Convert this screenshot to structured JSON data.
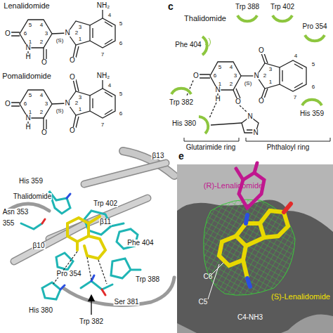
{
  "diagram": {
    "labels": [
      "Lenalidomide",
      "5",
      "4",
      "3",
      "2",
      "1",
      "6",
      "O",
      "O",
      "N",
      "H",
      "(S)",
      "N",
      "3",
      "2",
      "1",
      "O",
      "4",
      "5",
      "6",
      "7",
      "NH₂",
      "Pomalidomide",
      "5",
      "4",
      "3",
      "2",
      "1",
      "6",
      "O",
      "O",
      "N",
      "H",
      "(S)",
      "N",
      "3",
      "2",
      "1",
      "O",
      "O",
      "4",
      "5",
      "6",
      "7",
      "NH₂",
      "c",
      "Thalidomide",
      "Trp 388",
      "Trp 402",
      "Pro 354",
      "Phe 404",
      "Trp 382",
      "His 380",
      "His 359",
      "5",
      "4",
      "3",
      "2",
      "1",
      "6",
      "O",
      "N",
      "H",
      "(S)",
      "O",
      "N",
      "3",
      "2",
      "1",
      "O",
      "O",
      "4",
      "5",
      "6",
      "7",
      "N",
      "N",
      "Glutarimide ring",
      "Phthaloyl ring",
      "His 359",
      "Thalidomide",
      "Asn 353",
      "355",
      "Trp 402",
      "β13",
      "β11",
      "β10",
      "Phe 404",
      "Pro 354",
      "Trp 388",
      "Ser 381",
      "His 380",
      "Trp 382",
      "e",
      "(R)-Lenalidomide",
      "C6",
      "C5",
      "C4-NH3",
      "(S)-Lenalidomide"
    ]
  }
}
